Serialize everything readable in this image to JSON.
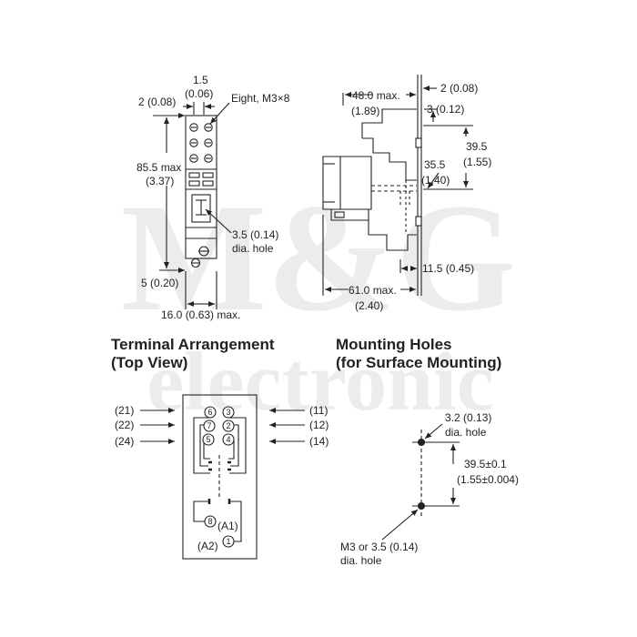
{
  "watermark": {
    "line1": "M&G",
    "line2": "electronic"
  },
  "front_view": {
    "dim_top_a": "1.5",
    "dim_top_b": "(0.06)",
    "dim_left": "2 (0.08)",
    "screw_label": "Eight, M3×8",
    "height_a": "85.5 max",
    "height_b": "(3.37)",
    "hole_a": "3.5 (0.14)",
    "hole_b": "dia. hole",
    "bottom_offset": "5 (0.20)",
    "width": "16.0 (0.63) max."
  },
  "side_view": {
    "top_depth_a": "48.0 max.",
    "top_depth_b": "(1.89)",
    "rail_thick": "2 (0.08)",
    "rail_gap": "3 (0.12)",
    "h395_a": "39.5",
    "h395_b": "(1.55)",
    "h355_a": "35.5",
    "h355_b": "(1.40)",
    "bottom_right": "11.5 (0.45)",
    "total_a": "61.0 max.",
    "total_b": "(2.40)"
  },
  "terminal_arrangement": {
    "title_1": "Terminal Arrangement",
    "title_2": "(Top View)",
    "left_labels": [
      "(21)",
      "(22)",
      "(24)"
    ],
    "right_labels": [
      "(11)",
      "(12)",
      "(14)"
    ],
    "pins": [
      "6",
      "3",
      "7",
      "2",
      "5",
      "4",
      "8",
      "1"
    ],
    "coil_a1": "(A1)",
    "coil_a2": "(A2)"
  },
  "mounting_holes": {
    "title_1": "Mounting Holes",
    "title_2": "(for Surface Mounting)",
    "hole_top_a": "3.2 (0.13)",
    "hole_top_b": "dia. hole",
    "spacing_a": "39.5±0.1",
    "spacing_b": "(1.55±0.004)",
    "hole_bot_a": "M3 or 3.5 (0.14)",
    "hole_bot_b": "dia. hole"
  }
}
